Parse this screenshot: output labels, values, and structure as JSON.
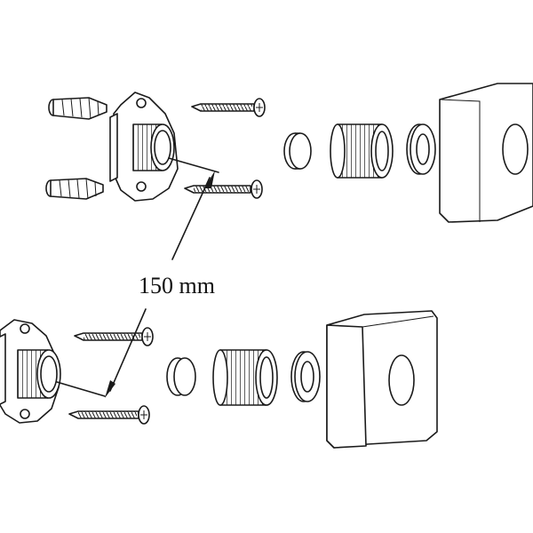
{
  "diagram": {
    "dimension_label": "150 mm",
    "assemblies": [
      "upper-assembly",
      "lower-assembly"
    ]
  },
  "colors": {
    "line": "#1a1a1a",
    "background": "#ffffff"
  }
}
